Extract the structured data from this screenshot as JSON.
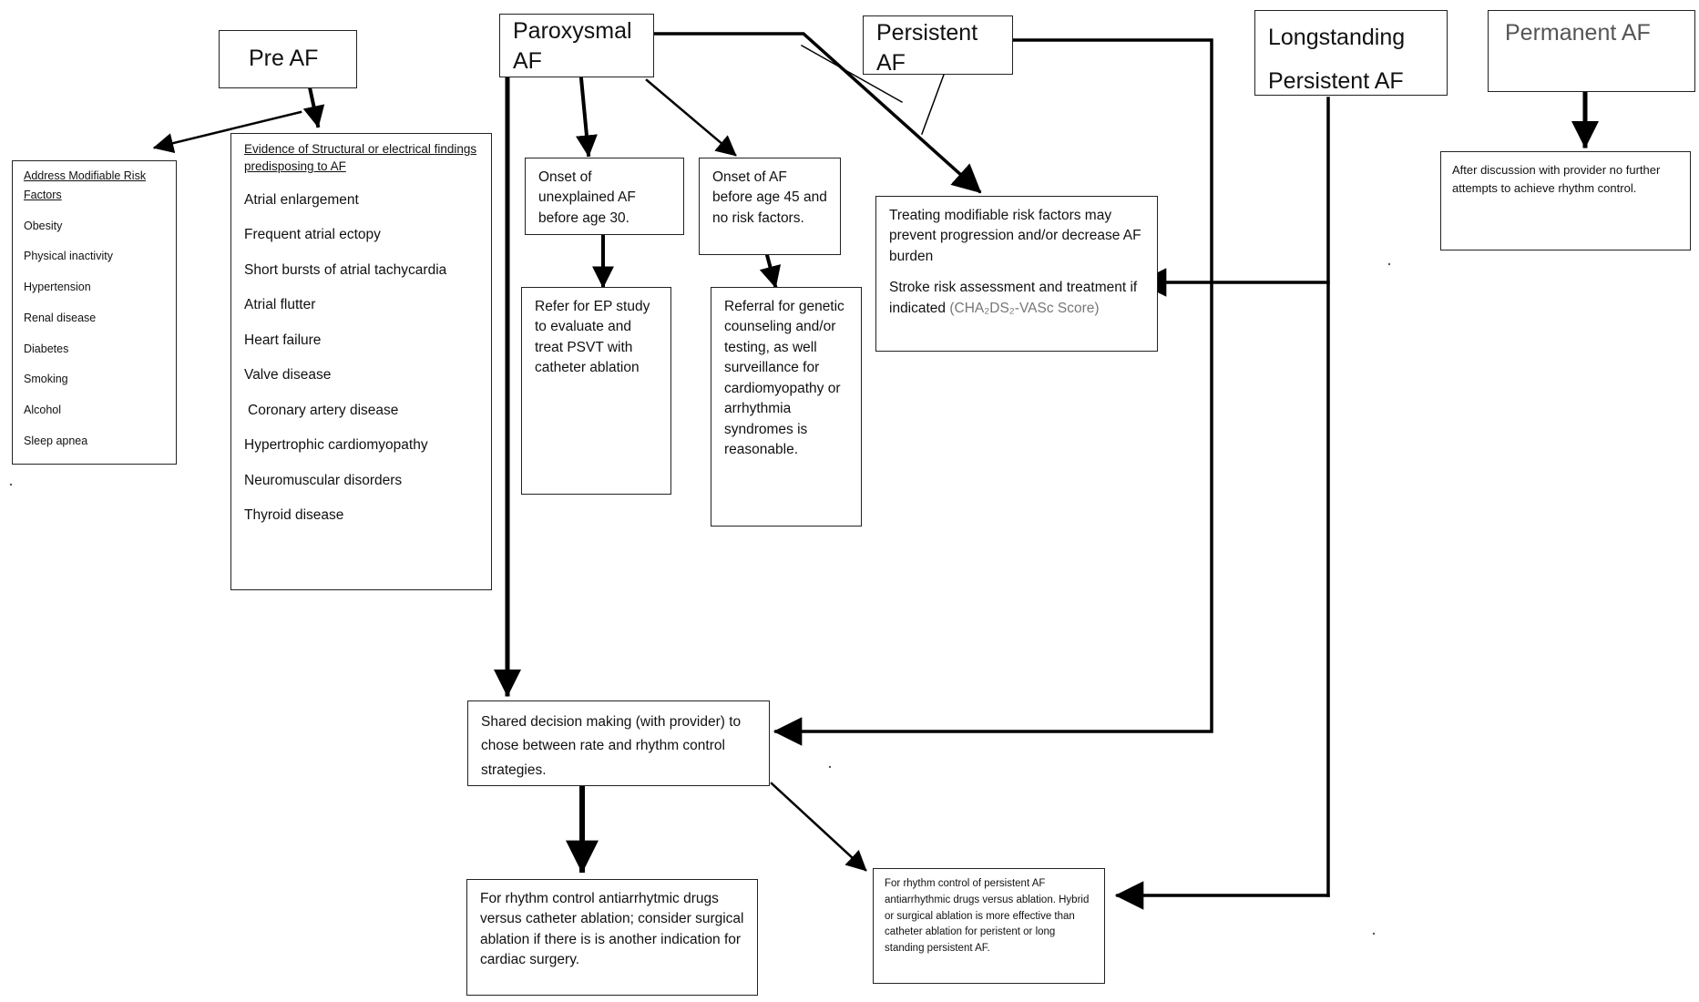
{
  "stages": {
    "pre_af": "Pre AF",
    "paroxysmal": [
      "Paroxysmal",
      "AF"
    ],
    "persistent": [
      "Persistent",
      "AF"
    ],
    "longstanding": [
      "Longstanding",
      "Persistent AF"
    ],
    "permanent": "Permanent AF"
  },
  "modifiable": {
    "title": "Address Modifiable Risk Factors",
    "items": [
      "Obesity",
      "Physical inactivity",
      "Hypertension",
      "Renal disease",
      "Diabetes",
      "Smoking",
      "Alcohol",
      "Sleep apnea"
    ]
  },
  "structural": {
    "title": "Evidence of Structural or electrical findings predisposing to AF",
    "items": [
      "Atrial enlargement",
      "Frequent atrial ectopy",
      "Short bursts of atrial tachycardia",
      "Atrial flutter",
      "Heart failure",
      "Valve disease",
      "Coronary artery disease",
      "Hypertrophic cardiomyopathy",
      "Neuromuscular disorders",
      "Thyroid disease"
    ]
  },
  "onset30": "Onset of unexplained AF before age 30.",
  "onset45": "Onset of AF before age 45 and no risk factors.",
  "refer_ep": "Refer for EP study to evaluate and treat PSVT with catheter ablation",
  "genetic": "Referral for genetic counseling and/or testing, as well surveillance for cardiomyopathy or arrhythmia syndromes is reasonable.",
  "treating": {
    "line1": "Treating modifiable risk factors may prevent progression and/or decrease AF burden",
    "line2": "Stroke risk assessment and treatment if indicated",
    "score": "(CHA₂DS₂-VASc Score)"
  },
  "permanent_note": "After discussion with provider no further attempts to achieve rhythm control.",
  "shared": "Shared decision making (with provider) to chose between rate and rhythm control strategies.",
  "rhythm_control": "For rhythm control antiarrhytmic drugs versus catheter ablation; consider surgical ablation if there is is another indication for cardiac surgery.",
  "persistent_control": "For rhythm control of persistent AF antiarrhythmic drugs versus ablation. Hybrid or surgical ablation is more effective than catheter ablation for peristent or long standing persistent AF."
}
